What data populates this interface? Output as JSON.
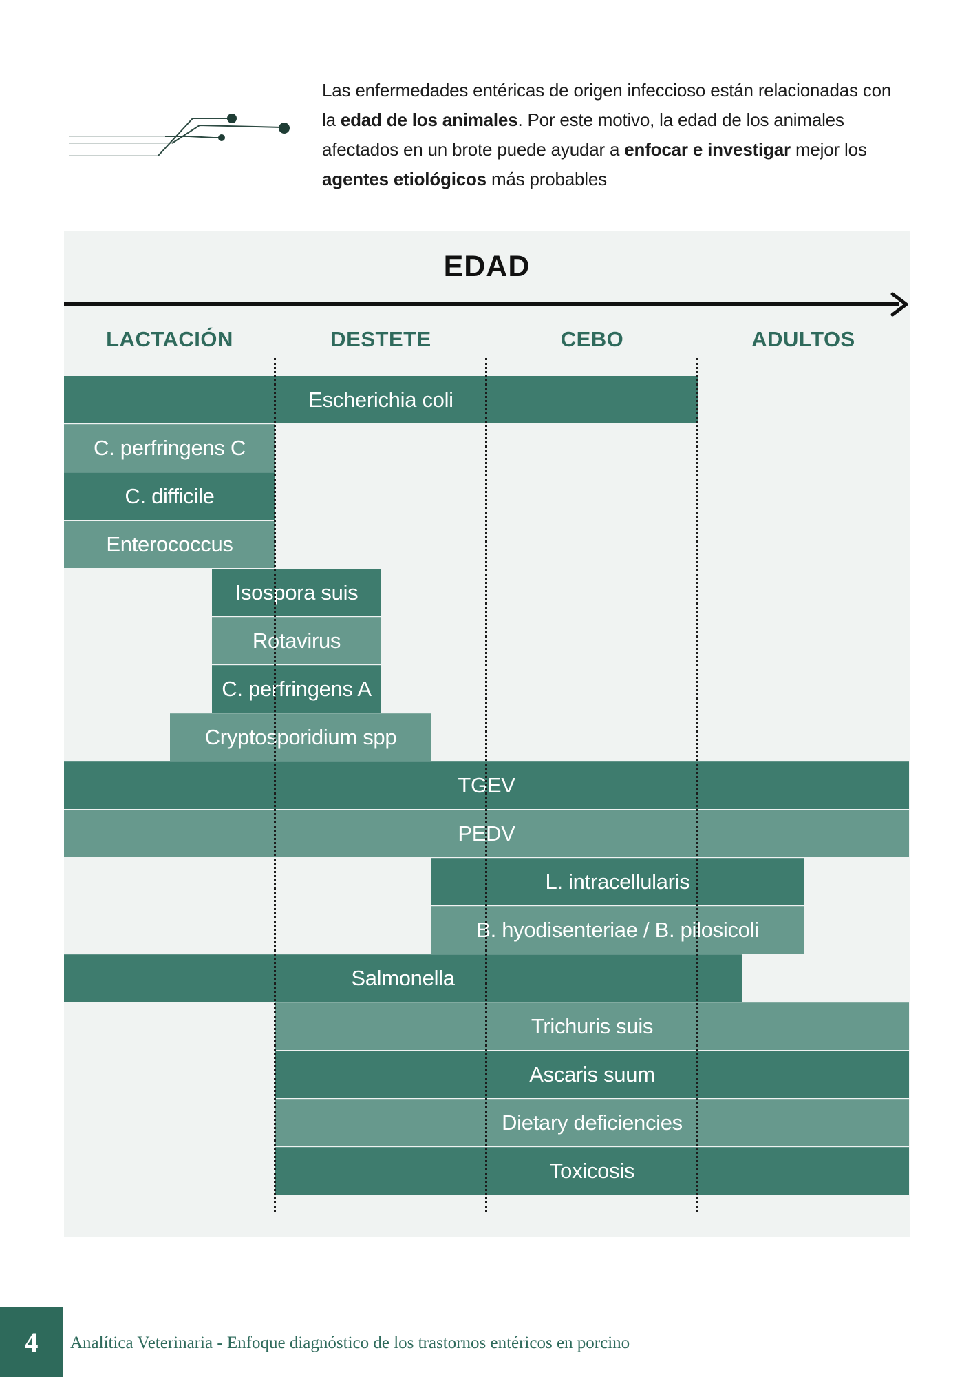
{
  "intro": {
    "parts": [
      {
        "text": "Las enfermedades entéricas de origen infeccioso están relacionadas con la ",
        "bold": false
      },
      {
        "text": "edad de los animales",
        "bold": true
      },
      {
        "text": ". Por este motivo, la edad de los animales afectados en un brote puede ayudar a ",
        "bold": false
      },
      {
        "text": "enfocar e investigar",
        "bold": true
      },
      {
        "text": " mejor los ",
        "bold": false
      },
      {
        "text": "agentes etiológicos",
        "bold": true
      },
      {
        "text": " más probables",
        "bold": false
      }
    ]
  },
  "chart": {
    "title": "EDAD",
    "stages": [
      "LACTACIÓN",
      "DESTETE",
      "CEBO",
      "ADULTOS"
    ],
    "bar_colors": {
      "dark": "#3e7c6e",
      "light": "#67998d"
    }
  },
  "chart_data": {
    "type": "gantt",
    "axis": "EDAD",
    "stages": [
      "LACTACIÓN",
      "DESTETE",
      "CEBO",
      "ADULTOS"
    ],
    "note": "start/end expressed in stage units (0 = start of LACTACIÓN, 4 = end of ADULTOS)",
    "agents": [
      {
        "name": "Escherichia coli",
        "start": 0,
        "end": 3,
        "shade": "dark"
      },
      {
        "name": "C. perfringens C",
        "start": 0,
        "end": 1,
        "shade": "light"
      },
      {
        "name": "C. difficile",
        "start": 0,
        "end": 1,
        "shade": "dark"
      },
      {
        "name": "Enterococcus",
        "start": 0,
        "end": 1,
        "shade": "light"
      },
      {
        "name": "Isospora suis",
        "start": 0.7,
        "end": 1.5,
        "shade": "dark"
      },
      {
        "name": "Rotavirus",
        "start": 0.7,
        "end": 1.5,
        "shade": "light"
      },
      {
        "name": "C. perfringens A",
        "start": 0.7,
        "end": 1.5,
        "shade": "dark"
      },
      {
        "name": "Cryptosporidium spp",
        "start": 0.5,
        "end": 1.74,
        "shade": "light"
      },
      {
        "name": "TGEV",
        "start": 0,
        "end": 4,
        "shade": "dark"
      },
      {
        "name": "PEDV",
        "start": 0,
        "end": 4,
        "shade": "light"
      },
      {
        "name": "L. intracellularis",
        "start": 1.74,
        "end": 3.5,
        "shade": "dark"
      },
      {
        "name": "B. hyodisenteriae / B. pilosicoli",
        "start": 1.74,
        "end": 3.5,
        "shade": "light"
      },
      {
        "name": "Salmonella",
        "start": 0,
        "end": 3.21,
        "shade": "dark"
      },
      {
        "name": "Trichuris suis",
        "start": 1,
        "end": 4,
        "shade": "light"
      },
      {
        "name": "Ascaris suum",
        "start": 1,
        "end": 4,
        "shade": "dark"
      },
      {
        "name": "Dietary deficiencies",
        "start": 1,
        "end": 4,
        "shade": "light"
      },
      {
        "name": "Toxicosis",
        "start": 1,
        "end": 4,
        "shade": "dark"
      }
    ]
  },
  "footer": {
    "page_number": "4",
    "text": "Analítica Veterinaria - Enfoque diagnóstico de los trastornos entéricos en porcino"
  }
}
